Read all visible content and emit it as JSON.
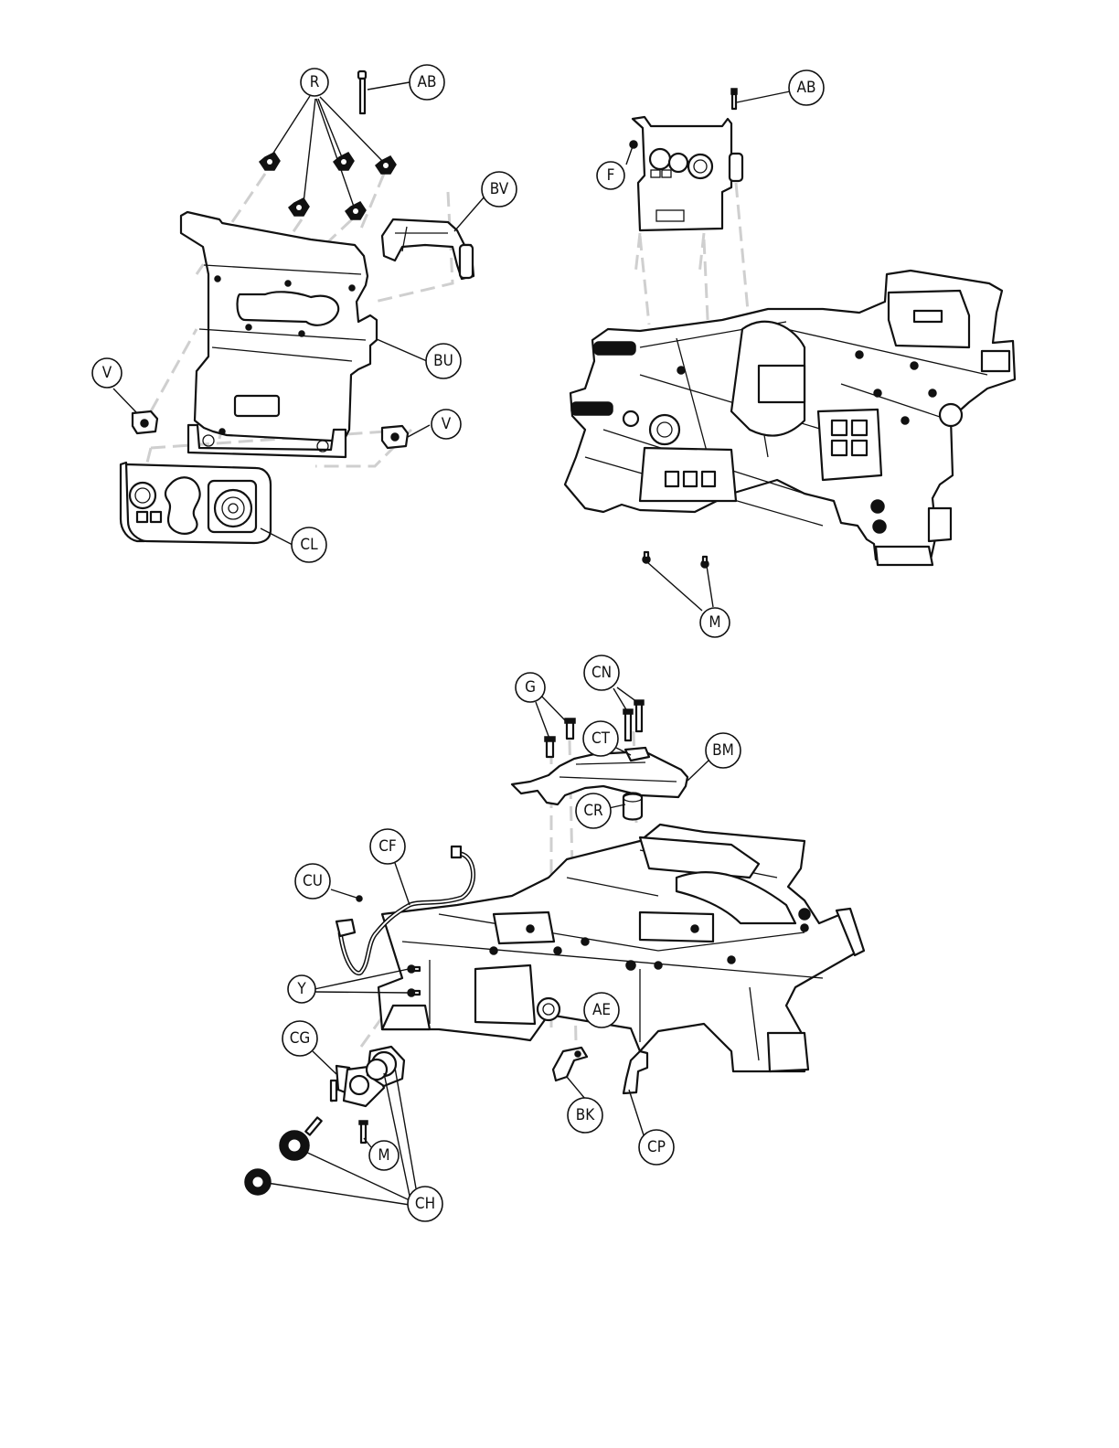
{
  "diagram": {
    "callouts": [
      {
        "id": "R-top",
        "label": "R"
      },
      {
        "id": "AB-left",
        "label": "AB"
      },
      {
        "id": "BV",
        "label": "BV"
      },
      {
        "id": "BU",
        "label": "BU"
      },
      {
        "id": "V-left",
        "label": "V"
      },
      {
        "id": "V-right",
        "label": "V"
      },
      {
        "id": "CL",
        "label": "CL"
      },
      {
        "id": "AB-right",
        "label": "AB"
      },
      {
        "id": "F",
        "label": "F"
      },
      {
        "id": "M-top",
        "label": "M"
      },
      {
        "id": "G",
        "label": "G"
      },
      {
        "id": "CN",
        "label": "CN"
      },
      {
        "id": "CT",
        "label": "CT"
      },
      {
        "id": "BM",
        "label": "BM"
      },
      {
        "id": "CR",
        "label": "CR"
      },
      {
        "id": "CF",
        "label": "CF"
      },
      {
        "id": "CU",
        "label": "CU"
      },
      {
        "id": "Y",
        "label": "Y"
      },
      {
        "id": "AE",
        "label": "AE"
      },
      {
        "id": "CG",
        "label": "CG"
      },
      {
        "id": "BK",
        "label": "BK"
      },
      {
        "id": "CP",
        "label": "CP"
      },
      {
        "id": "M-bottom",
        "label": "M"
      },
      {
        "id": "CH",
        "label": "CH"
      }
    ]
  }
}
